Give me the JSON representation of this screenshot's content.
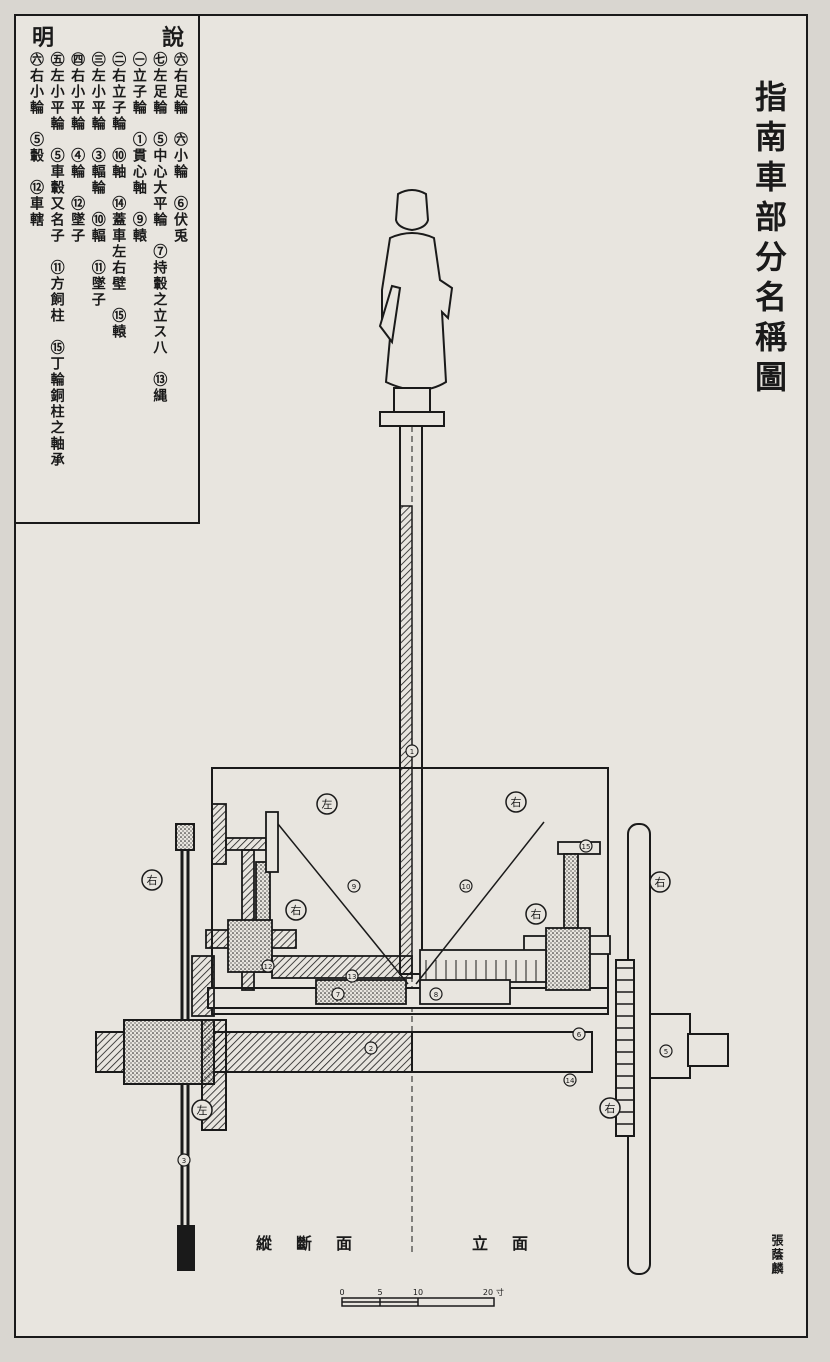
{
  "title": "指南車部分名稱圖",
  "legend": {
    "header_left": "明",
    "header_right": "說",
    "columns": [
      "㊅右足輪　㊅小輪　⑥伏兎",
      "㊆左足輪　⑤中心大平輪　⑦持轂之立ス八　⑬縄",
      "㊀立子輪　①貫心軸　⑨轅",
      "㊁右立子輪　⑩軸　⑭蓋車左右壁　⑮轅",
      "㊂左小平輪　③輻輪　⑩輻　⑪墜子",
      "㊃右小平輪　④輪　⑫墜子",
      "㊄左小平輪　⑤車轂又名子　⑪方飼柱　⑮丁輪銅柱之軸承",
      "㊅右小輪　⑤轂　⑫車轄"
    ]
  },
  "section_labels": {
    "left": "縱斷面",
    "right": "立面"
  },
  "credit": "張蔭麟",
  "scale": {
    "ticks": [
      "0",
      "5",
      "10",
      "20"
    ],
    "unit": "寸"
  },
  "markers": {
    "left_lever": "左",
    "right_lever": "右",
    "left_foot": "左",
    "right_foot": "右",
    "left_wheel": "右",
    "right_wheel": "右",
    "small_left": "右",
    "small_right": "右"
  },
  "numbers": {
    "n1": "1",
    "n2": "2",
    "n3": "3",
    "n5": "5",
    "n6": "6",
    "n7": "7",
    "n8": "8",
    "n9": "9",
    "n10": "10",
    "n12": "12",
    "n13": "13",
    "n14": "14",
    "n15": "15"
  },
  "colors": {
    "ink": "#1a1a1a",
    "paper": "#e8e5df",
    "background": "#d9d6d0",
    "bleed_text": "#b8b4ad"
  }
}
